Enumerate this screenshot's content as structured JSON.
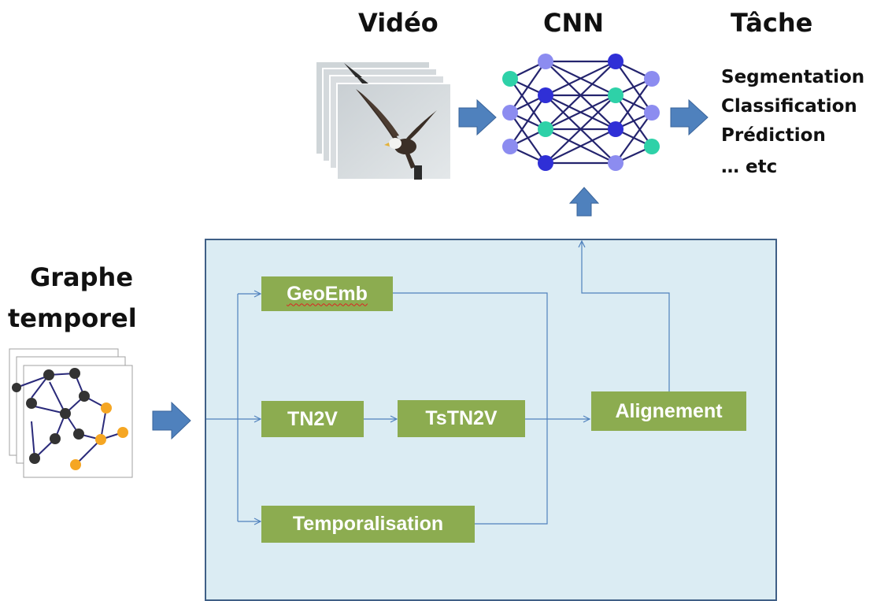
{
  "headers": {
    "video": "Vidéo",
    "cnn": "CNN",
    "task": "Tâche"
  },
  "tasks": [
    "Segmentation",
    "Classification",
    "Prédiction",
    "… etc"
  ],
  "graph_title": [
    "Graphe",
    "temporel"
  ],
  "modules": {
    "geoemb": "GeoEmb",
    "tn2v": "TN2V",
    "tstn2v": "TsTN2V",
    "temporalisation": "Temporalisation",
    "alignement": "Alignement"
  },
  "colors": {
    "panel_bg": "#dbecf3",
    "panel_border": "#3f5f86",
    "module_green": "#8cac50",
    "arrow_blue": "#4f81bd",
    "net_edges": "#24246e",
    "node_teal": "#2ed1a8",
    "node_lavender": "#8c8cf0",
    "node_blue": "#2f2fd6",
    "graph_dark": "#333333",
    "graph_orange": "#f5a623"
  }
}
